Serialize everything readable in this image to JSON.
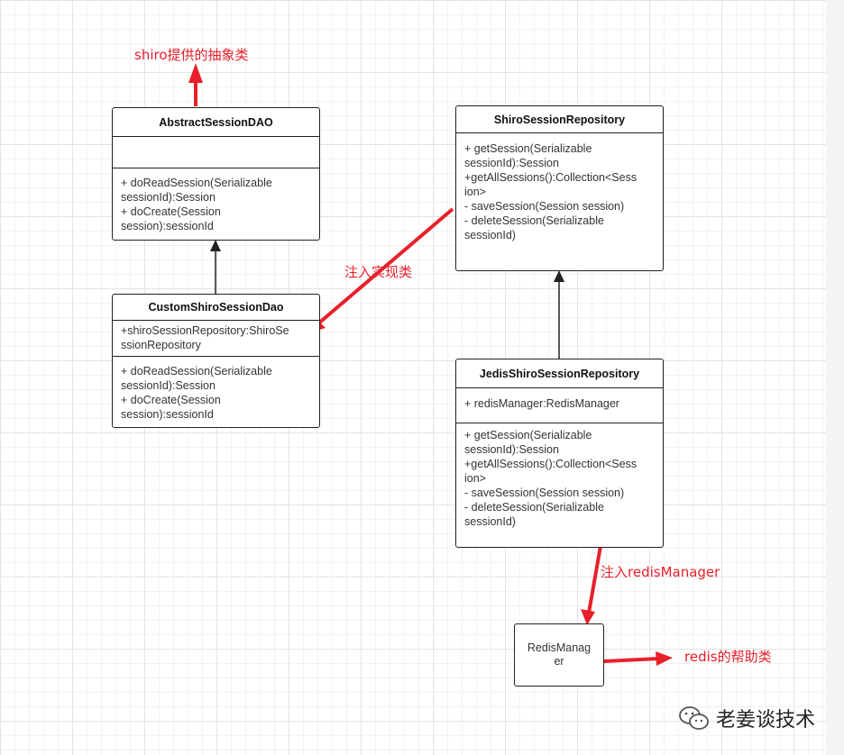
{
  "classes": {
    "abstract": {
      "name": "AbstractSessionDAO",
      "attributes": [],
      "methods": [
        "+ doReadSession(Serializable",
        "sessionId):Session",
        "+ doCreate(Session",
        "session):sessionId"
      ]
    },
    "custom": {
      "name": "CustomShiroSessionDao",
      "attributes": [
        "+shiroSessionRepository:ShiroSe",
        "ssionRepository"
      ],
      "methods": [
        "+ doReadSession(Serializable",
        "sessionId):Session",
        "+ doCreate(Session",
        "session):sessionId"
      ]
    },
    "repository": {
      "name": "ShiroSessionRepository",
      "methods": [
        "+ getSession(Serializable",
        "sessionId):Session",
        "+getAllSessions():Collection<Sess",
        "ion>",
        "- saveSession(Session session)",
        "- deleteSession(Serializable",
        "sessionId)"
      ]
    },
    "jedis": {
      "name": "JedisShiroSessionRepository",
      "attributes": [
        "+ redisManager:RedisManager"
      ],
      "methods": [
        "+ getSession(Serializable",
        "sessionId):Session",
        "+getAllSessions():Collection<Sess",
        "ion>",
        "- saveSession(Session session)",
        "- deleteSession(Serializable",
        "sessionId)"
      ]
    },
    "redis_manager": {
      "name_lines": [
        "RedisManag",
        "er"
      ]
    }
  },
  "annotations": {
    "shiro_abstract": "shiro提供的抽象类",
    "inject_impl": "注入实现类",
    "inject_redis": "注入redisManager",
    "redis_helper": "redis的帮助类"
  },
  "watermark": {
    "text": "老姜谈技术",
    "icon": "wechat-icon"
  },
  "colors": {
    "annotation": "#e8202a",
    "border": "#222222",
    "grid": "#e3e3e3"
  }
}
